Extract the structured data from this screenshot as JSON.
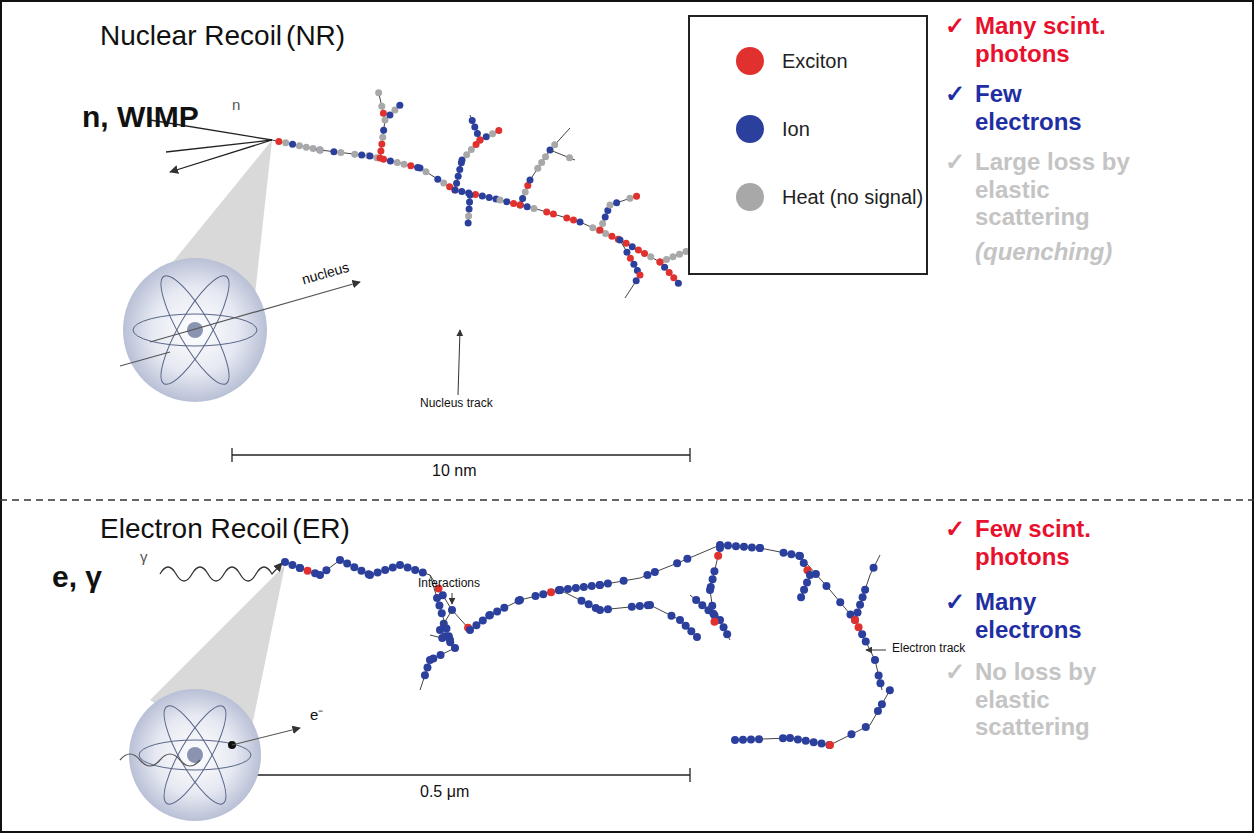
{
  "diagram": {
    "labels": [
      "Nuclear Recoil",
      "(NR)",
      "n, WIMP",
      "n",
      "nucleus",
      "Nucleus track",
      "10 nm",
      "✓",
      "Many scint. photons",
      "✓",
      "Few electrons",
      "✓",
      "Large loss by elastic scattering",
      "(quenching)",
      "Electron Recoil",
      "(ER)",
      "e, γ",
      "γ",
      "Interactions",
      "e⁻",
      "Electron track",
      "0.5 μm",
      "✓",
      "Few scint. photons",
      "✓",
      "Many electrons",
      "✓",
      "No loss by elastic scattering"
    ],
    "legend": [
      {
        "text": "Exciton",
        "color": "#e0312f"
      },
      {
        "text": "Ion",
        "color": "#2b3f9c"
      },
      {
        "text": "Heat (no signal)",
        "color": "#a8a8a8"
      }
    ]
  }
}
